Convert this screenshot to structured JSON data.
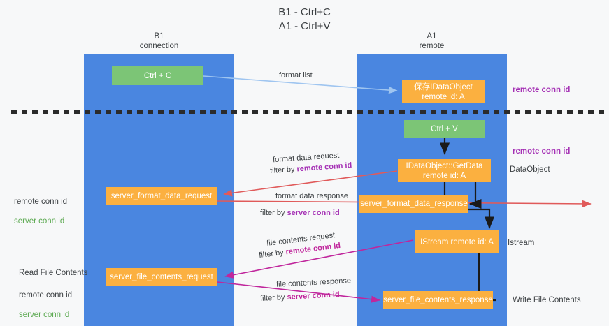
{
  "title": "B1 - Ctrl+C\nA1 - Ctrl+V",
  "lanes": [
    {
      "id": "b1",
      "header": "B1\nconnection"
    },
    {
      "id": "a1",
      "header": "A1\nremote"
    }
  ],
  "nodes": {
    "ctrl_c": "Ctrl + C",
    "idataobject": "保存IDataObject\nremote id: A",
    "ctrl_v": "Ctrl + V",
    "getdata": "IDataObject::GetData\nremote id: A",
    "server_format_data_request": "server_format_data_request",
    "server_format_data_response": "server_format_data_response",
    "istream": "IStream\nremote id: A",
    "server_file_contents_request": "server_file_contents_request",
    "server_file_contents_response": "server_file_contents_response"
  },
  "annotations": {
    "remote_conn_id_top": "remote conn id",
    "remote_conn_id_mid": "remote conn id",
    "dataobject": "DataObject",
    "istream": "Istream",
    "write_file_contents": "Write File Contents",
    "read_file_contents": "Read File Contents",
    "left_mid_line1": "remote conn id",
    "left_mid_line2": "server conn id",
    "left_bottom_line1": "remote conn id",
    "left_bottom_line2": "server conn id"
  },
  "edge_labels": {
    "format_list": "format list",
    "format_data_request": "format data request",
    "format_data_request_filter_prefix": "filter by ",
    "format_data_request_filter_value": "remote conn id",
    "format_data_response": "format data response",
    "format_data_response_filter_prefix": "filter by ",
    "format_data_response_filter_value": "server conn id",
    "file_contents_request": "file contents request",
    "file_contents_request_filter_prefix": "filter by ",
    "file_contents_request_filter_value": "remote conn id",
    "file_contents_response": "file contents response",
    "file_contents_response_filter_prefix": "filter by ",
    "file_contents_response_filter_value": "server conn id"
  },
  "colors": {
    "lane": "#4a86e0",
    "green_box": "#7cc576",
    "orange_box": "#fbb040",
    "purple_text": "#a531b5",
    "green_text": "#5aa84f",
    "magenta_text": "#c0269c",
    "red_arrow": "#e05a5a",
    "blue_arrow": "#9fc5f0",
    "black_arrow": "#1a1a1a",
    "background": "#f7f8f9"
  }
}
